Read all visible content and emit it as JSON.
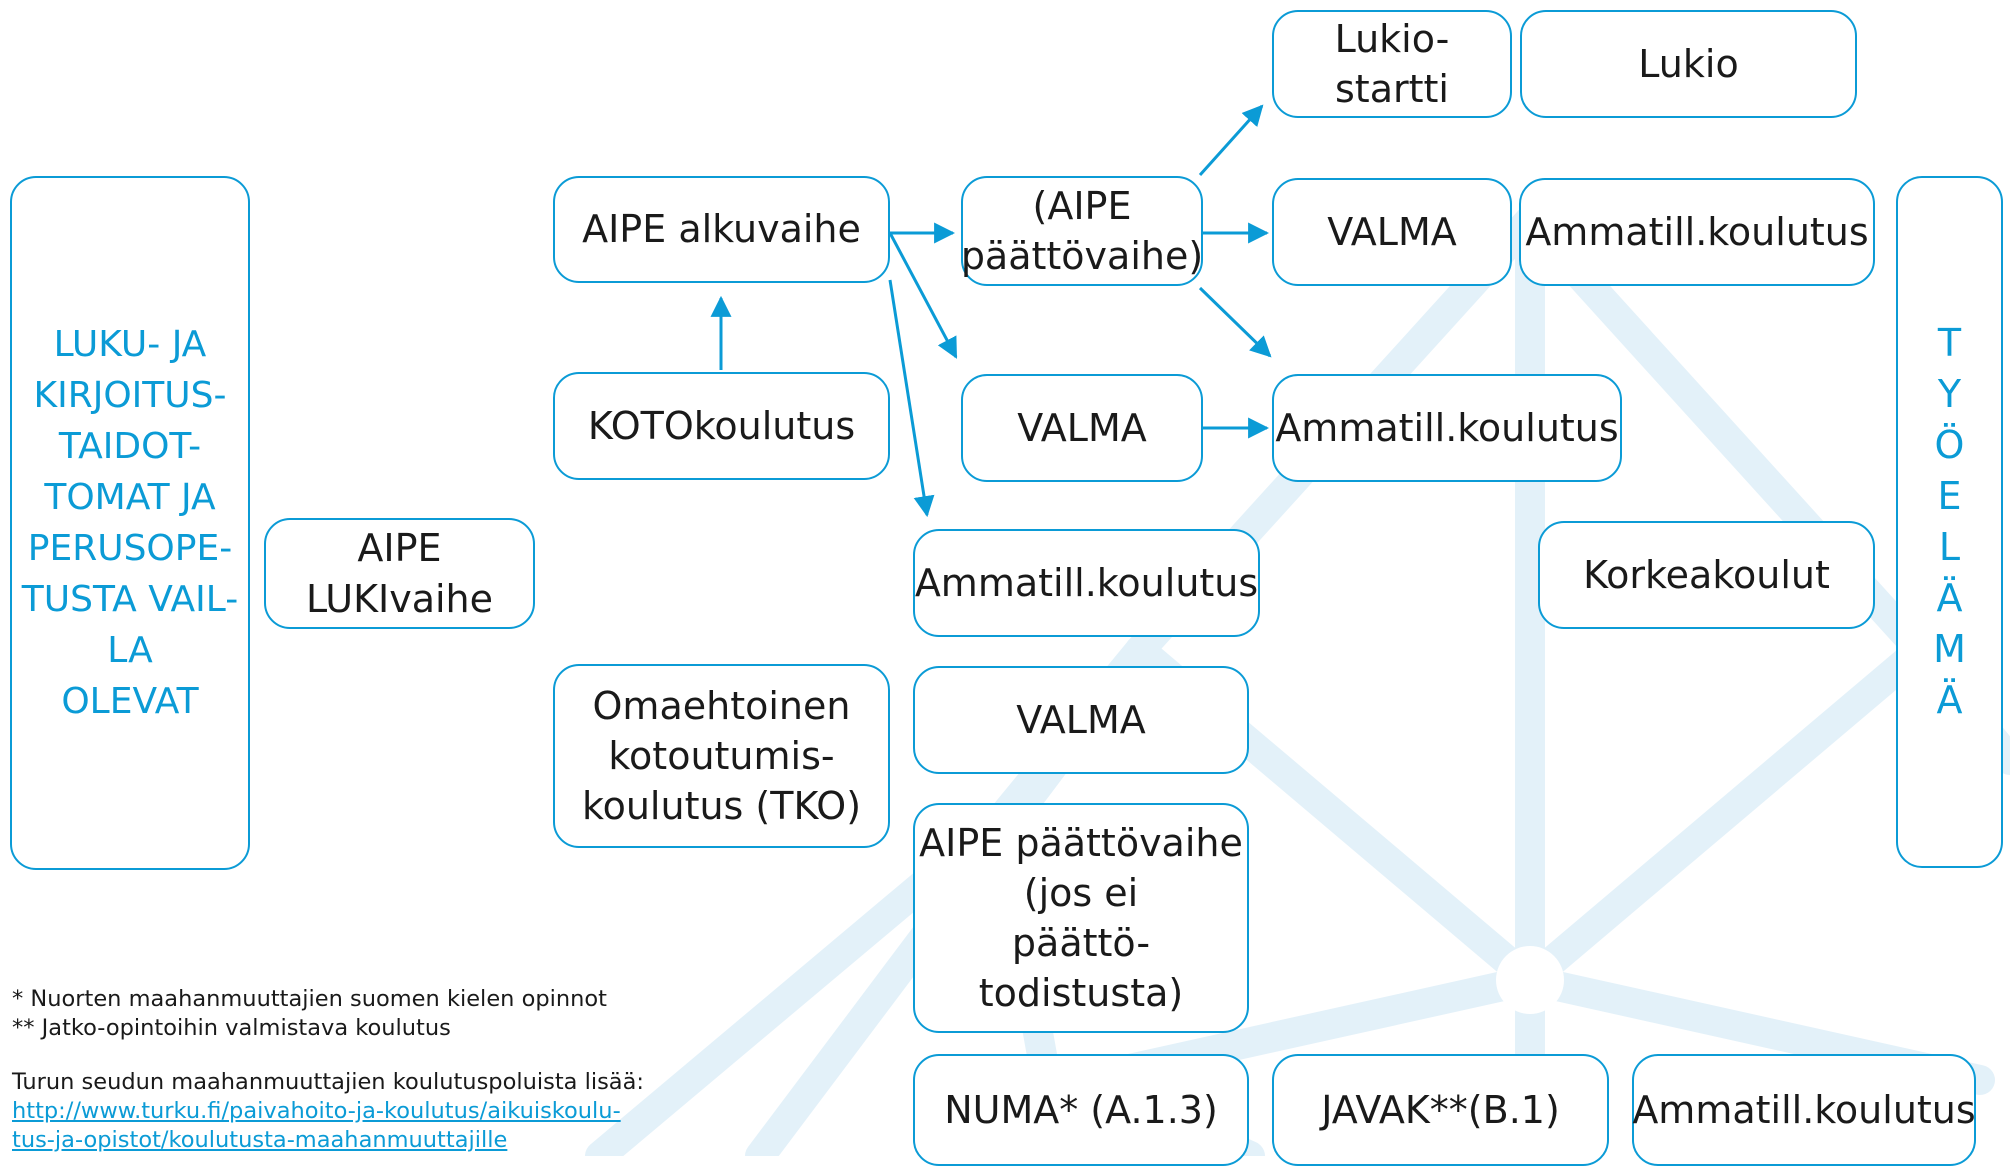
{
  "nodes": {
    "left_label": "LUKU- JA\nKIRJOITUS-\nTAIDOT-\nTOMAT JA\nPERUSOPE-\nTUSTA VAIL-\nLA\nOLEVAT",
    "aipe_luki": "AIPE\nLUKIvaihe",
    "aipe_alku": "AIPE alkuvaihe",
    "koto": "KOTOkoulutus",
    "tko": "Omaehtoinen\nkotoutumis-\nkoulutus (TKO)",
    "aipe_paatto_paren": "(AIPE\npäättövaihe)",
    "valma_mid": "VALMA",
    "ammatill_mid": "Ammatill.koulutus",
    "valma_lower": "VALMA",
    "aipe_paatto_jos": "AIPE päättövaihe\n(jos ei\npäättö-\ntodistusta)",
    "numa": "NUMA* (A.1.3)",
    "javak": "JAVAK**(B.1)",
    "ammatill_bottom": "Ammatill.koulutus",
    "lukiostartti": "Lukio-\nstartti",
    "lukio": "Lukio",
    "valma_top": "VALMA",
    "ammatill_top": "Ammatill.koulutus",
    "ammatill_center": "Ammatill.koulutus",
    "korkeakoulut": "Korkeakoulut",
    "tyoelama": "T\nY\nÖ\nE\nL\nÄ\nM\nÄ"
  },
  "footnotes": {
    "numa": "* Nuorten maahanmuuttajien suomen kielen opinnot",
    "javak": "** Jatko-opintoihin valmistava koulutus"
  },
  "more_info": {
    "label": "Turun seudun maahanmuuttajien koulutuspoluista lisää:",
    "link_line1": "http://www.turku.fi/paivahoito-ja-koulutus/aikuiskoulu-",
    "link_line2": "tus-ja-opistot/koulutusta-maahanmuuttajille"
  },
  "colors": {
    "accent": "#0b9bd6",
    "text": "#1a1a1a",
    "background_pattern": "#e3f1f9"
  }
}
